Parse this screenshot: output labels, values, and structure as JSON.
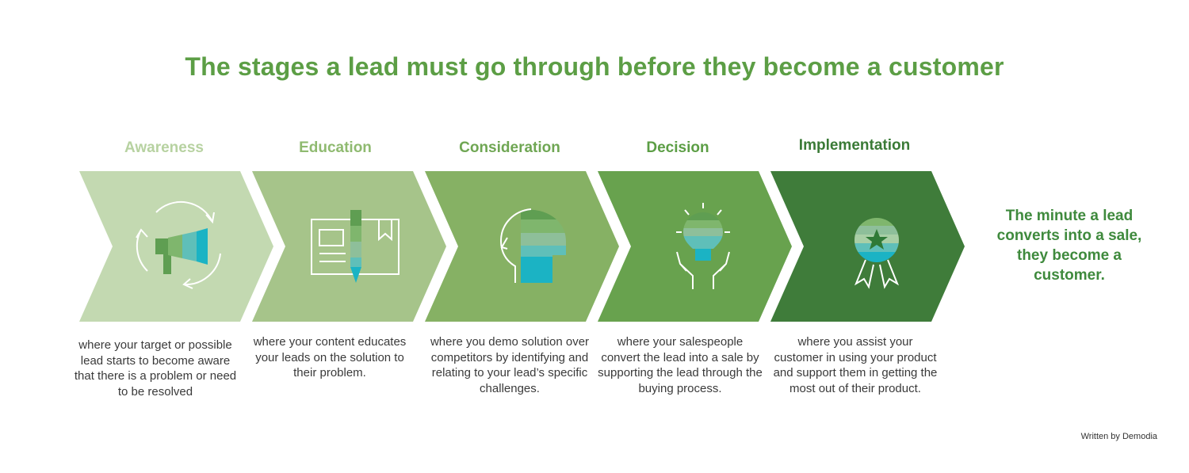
{
  "title": "The stages a lead must go through before they become a customer",
  "stages": [
    {
      "title": "Awareness",
      "icon": "megaphone-refresh-icon",
      "color": "#c3d9b1",
      "title_color": "#b7d2a1",
      "description": "where your target or possible lead starts to become aware that there is a problem or need to be resolved"
    },
    {
      "title": "Education",
      "icon": "book-pencil-icon",
      "color": "#a6c48a",
      "title_color": "#8fba70",
      "description": "where your content educates your leads on the solution to their problem."
    },
    {
      "title": "Consideration",
      "icon": "head-profile-icon",
      "color": "#86b164",
      "title_color": "#6fa653",
      "description": "where you demo solution over competitors by identifying and relating to your lead’s specific challenges."
    },
    {
      "title": "Decision",
      "icon": "lightbulb-hands-icon",
      "color": "#68a24e",
      "title_color": "#5c9e45",
      "description": "where your salespeople convert the lead into a sale by supporting the lead through the buying process."
    },
    {
      "title": "Implementation",
      "icon": "award-ribbon-icon",
      "color": "#3f7c3a",
      "title_color": "#3a7a36",
      "description": "where you assist your customer in using your product and support them in getting the most out of their product."
    }
  ],
  "final_message": "The minute a lead converts into a sale, they become a customer.",
  "credit": "Written by Demodia",
  "icon_colors": {
    "teal": "#1bb3c4",
    "teal_mid": "#5fbfb9",
    "green_light": "#7fb66d",
    "green": "#5f9e52"
  }
}
